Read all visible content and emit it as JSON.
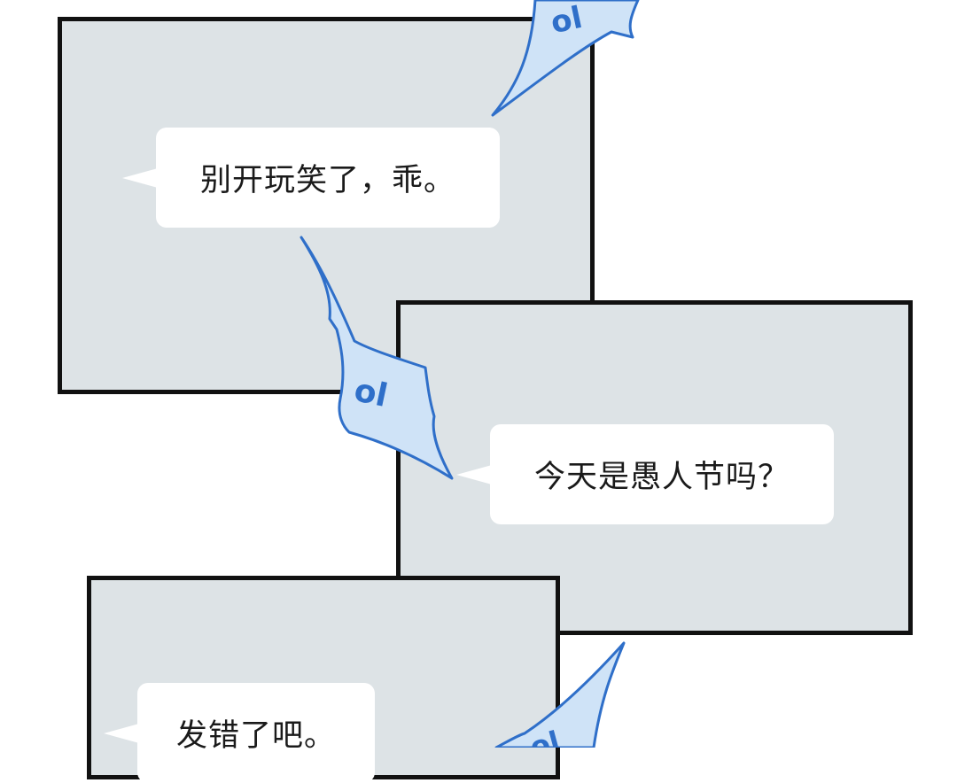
{
  "dialogues": [
    {
      "text": "别开玩笑了，乖。"
    },
    {
      "text": "今天是愚人节吗？"
    },
    {
      "text": "发错了吧。"
    }
  ],
  "colors": {
    "panel_fill": "#dde3e6",
    "panel_border": "#111111",
    "bubble_fill": "#ffffff",
    "effect_blue": "#2f6fc9",
    "effect_light": "#cfe3f7"
  },
  "icons": [
    "phone-vibration-icon"
  ]
}
